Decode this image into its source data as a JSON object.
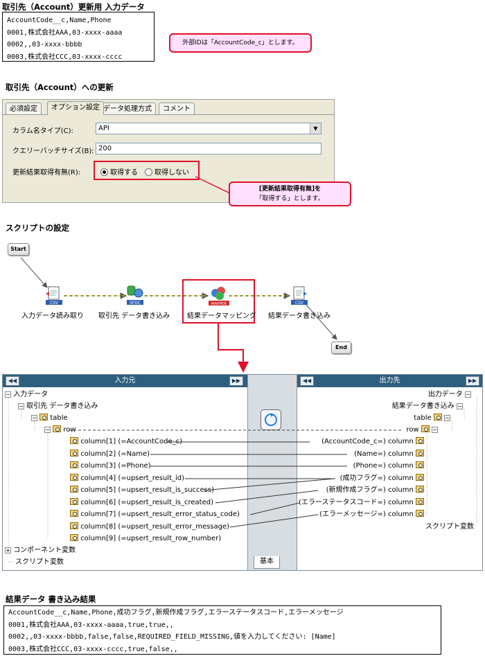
{
  "input_section": {
    "title": "取引先（Account）更新用 入力データ",
    "lines": [
      "AccountCode__c,Name,Phone",
      "0001,株式会社AAA,03-xxxx-aaaa",
      "0002,,03-xxxx-bbbb",
      "0003,株式会社CCC,03-xxxx-cccc"
    ],
    "callout": "外部IDは「AccountCode_c」とします。"
  },
  "update_section": {
    "title": "取引先（Account）への更新",
    "tabs": [
      "必須設定",
      "オプション設定",
      "データ処理方式",
      "コメント"
    ],
    "active_tab": "オプション設定",
    "column_type_label": "カラム名タイプ(C):",
    "column_type_value": "API",
    "batch_size_label": "クエリーバッチサイズ(B):",
    "batch_size_value": "200",
    "result_label": "更新結果取得有無(R):",
    "radio_yes": "取得する",
    "radio_no": "取得しない",
    "callout_line1": "[更新結果取得有無]を",
    "callout_line2": "「取得する」とします。"
  },
  "script_section": {
    "title": "スクリプトの設定",
    "start_label": "Start",
    "end_label": "End",
    "nodes": [
      {
        "label": "入力データ読み取り",
        "badge": "CSV"
      },
      {
        "label": "取引先 データ書き込み",
        "badge": "SFDC"
      },
      {
        "label": "結果データマッピング",
        "badge": "MAPPER"
      },
      {
        "label": "結果データ書き込み",
        "badge": "CSV"
      }
    ]
  },
  "mapping": {
    "left_header": "入力元",
    "right_header": "出力先",
    "mid_tab": "基本",
    "left_tree": {
      "root": "入力データ",
      "component": "取引先 データ書き込み",
      "table": "table",
      "row": "row",
      "columns": [
        "column[1] (=AccountCode_c)",
        "column[2] (=Name)",
        "column[3] (=Phone)",
        "column[4] (=upsert_result_id)",
        "column[5] (=upsert_result_is_success)",
        "column[6] (=upsert_result_is_created)",
        "column[7] (=upsert_result_error_status_code)",
        "column[8] (=upsert_result_error_message)",
        "column[9] (=upsert_result_row_number)"
      ],
      "component_vars": "コンポーネント変数",
      "script_vars": "スクリプト変数"
    },
    "right_tree": {
      "root": "出力データ",
      "component": "結果データ書き込み",
      "table": "table",
      "row": "row",
      "columns": [
        "(AccountCode_c=) column",
        "(Name=) column",
        "(Phone=) column",
        "(成功フラグ=) column",
        "(新規作成フラグ=) column",
        "(エラーステータスコード=) column",
        "(エラーメッセージ=) column"
      ],
      "script_vars": "スクリプト変数"
    }
  },
  "result_section": {
    "title": "結果データ 書き込み結果",
    "lines": [
      "AccountCode__c,Name,Phone,成功フラグ,新規作成フラグ,エラーステータスコード,エラーメッセージ",
      "0001,株式会社AAA,03-xxxx-aaaa,true,true,,",
      "0002,,03-xxxx-bbbb,false,false,REQUIRED_FIELD_MISSING,値を入力してください: [Name]",
      "0003,株式会社CCC,03-xxxx-cccc,true,false,,"
    ]
  },
  "colors": {
    "callout_bg": "#ffe0ff",
    "highlight_red": "#e0102a",
    "panel_header": "#2f5f7f",
    "dialog_bg": "#ece9d8"
  }
}
